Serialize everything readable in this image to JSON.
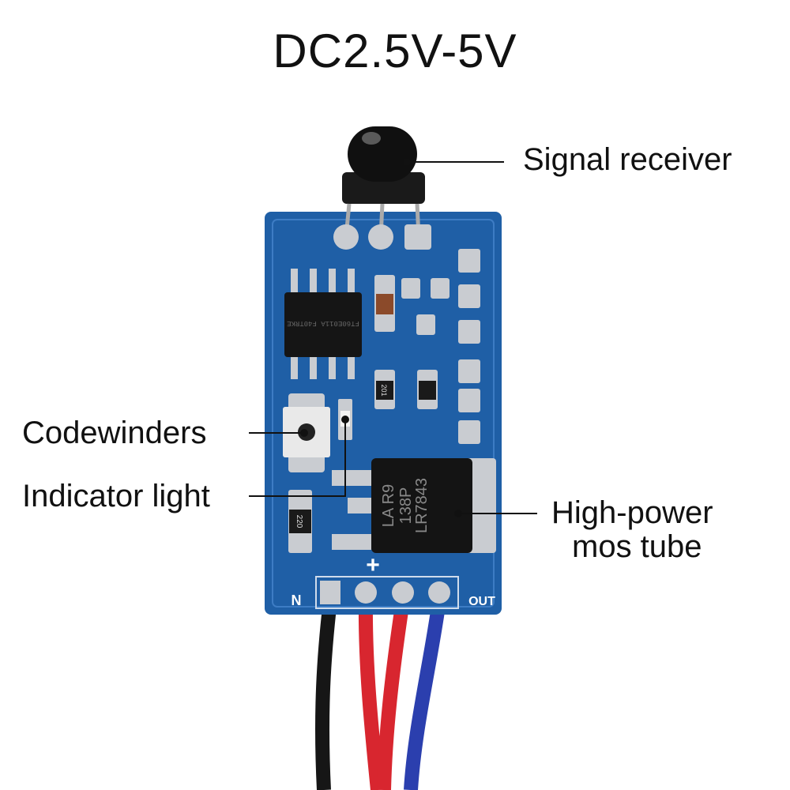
{
  "title": "DC2.5V-5V",
  "labels": {
    "signal_receiver": "Signal receiver",
    "codewinders": "Codewinders",
    "indicator_light": "Indicator light",
    "mos_line1": "High-power",
    "mos_line2": "mos tube"
  },
  "board_marks": {
    "plus": "+",
    "n": "N",
    "out": "OUT",
    "chip_text": "FT60E011A F40TRKE",
    "mos_text1": "LR7843",
    "mos_text2": "138P",
    "mos_text3": "LA   R9",
    "res1": "220",
    "res2": "201"
  },
  "colors": {
    "pcb": "#1f5fa6",
    "pad": "#c9ccd1",
    "wire_black": "#161616",
    "wire_red": "#d8262f",
    "wire_blue": "#2b3fae"
  }
}
